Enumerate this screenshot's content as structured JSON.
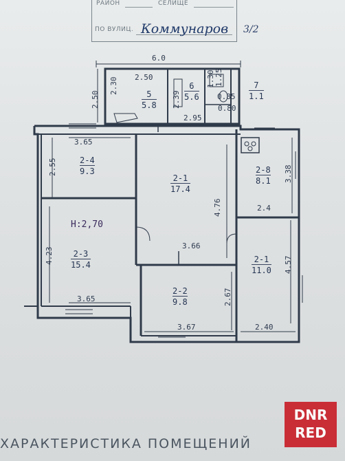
{
  "stamp": {
    "district_label": "РАЙОН",
    "settlement_label": "СЕЛИЩЕ",
    "street_label": "ПО ВУЛИЦ.",
    "street_value": "Коммунаров",
    "house_number": "3/2"
  },
  "plan": {
    "total_width": "6.0",
    "ceiling_height": "Н:2,70",
    "rooms": [
      {
        "id": "5",
        "area": "5.8"
      },
      {
        "id": "6",
        "area": "5.6"
      },
      {
        "id": "7",
        "area": "1.1"
      },
      {
        "id": "2-4",
        "area": "9.3"
      },
      {
        "id": "2-1",
        "area": "17.4"
      },
      {
        "id": "2-8",
        "area": "8.1"
      },
      {
        "id": "2-3",
        "area": "15.4"
      },
      {
        "id": "2-2",
        "area": "9.8"
      },
      {
        "id": "2-1",
        "area": "11.0"
      }
    ],
    "dims": {
      "d250_top": "2.50",
      "d250_left": "2.50",
      "d230": "2.30",
      "d130": "1.30",
      "d125": "1.25",
      "d085": "0.85",
      "d080": "0.80",
      "d239": "2.39",
      "d295": "2.95",
      "d365_top": "3.65",
      "d255": "2.55",
      "d423": "4.23",
      "d365_bot": "3.65",
      "d476": "4.76",
      "d366": "3.66",
      "d338": "3.38",
      "d24": "2.4",
      "d267": "2.67",
      "d367": "3.67",
      "d457": "4.57",
      "d240": "2.40"
    }
  },
  "footer": {
    "title": "ХАРАКТЕРИСТИКА ПОМЕЩЕНИЙ"
  },
  "watermark": {
    "line1": "DNR",
    "line2": "RED",
    "color": "#c8202a"
  }
}
